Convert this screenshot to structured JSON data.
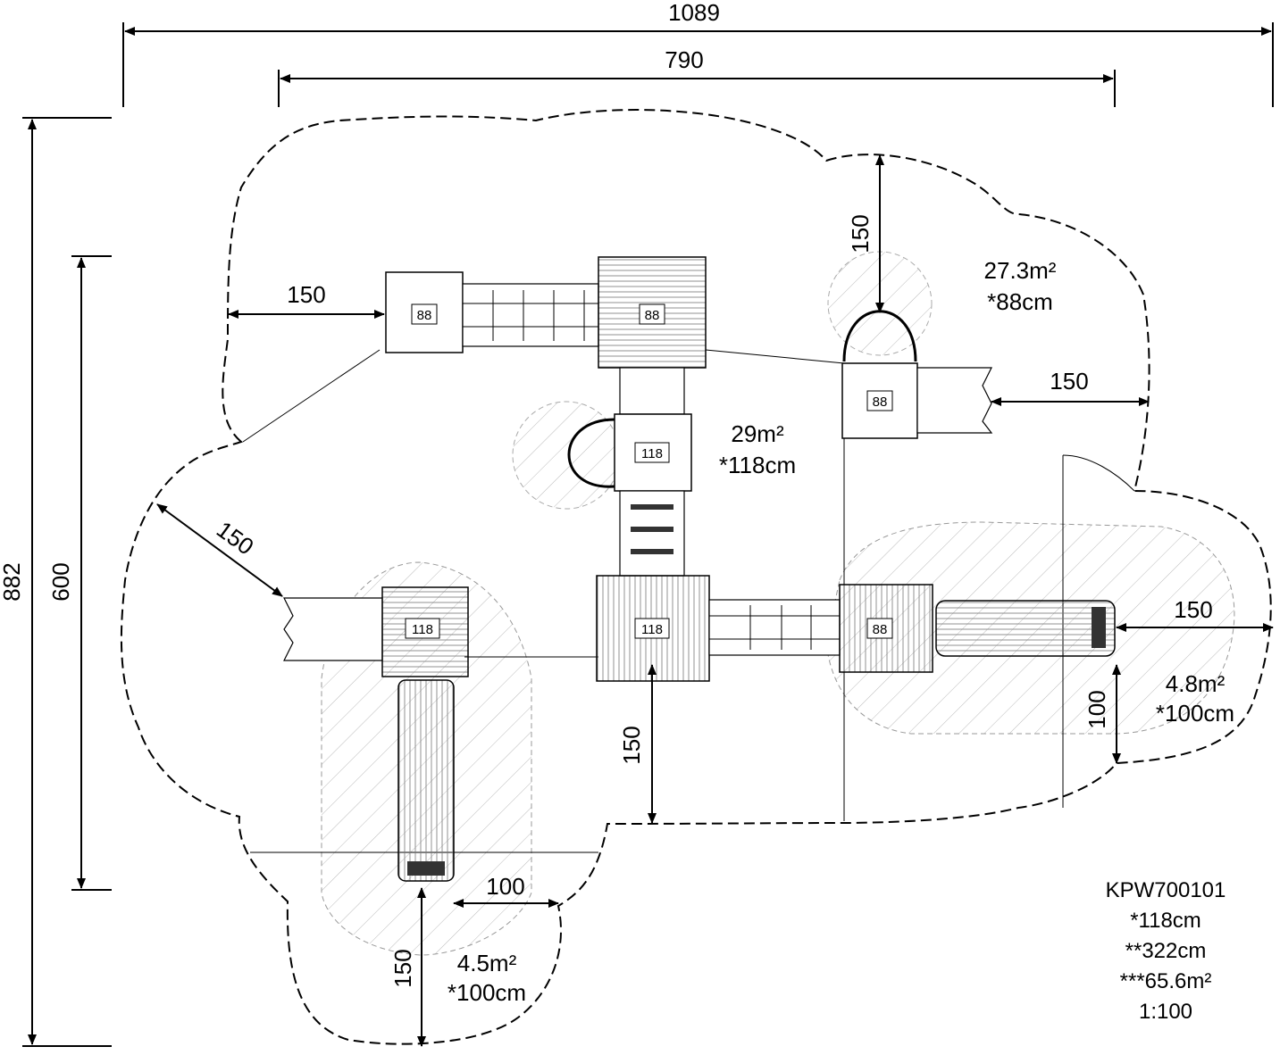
{
  "dimensions": {
    "overall_width": "1089",
    "inner_width": "790",
    "overall_depth": "882",
    "inner_depth": "600",
    "clearance_left": "150",
    "clearance_top_right": "150",
    "clearance_right_upper": "150",
    "clearance_diagonal": "150",
    "clearance_center_bottom": "150",
    "clearance_right_slide": "150",
    "clearance_right_slide_side": "100",
    "clearance_left_slide_exit": "150",
    "clearance_left_slide_side": "100"
  },
  "platforms": {
    "top_left": "88",
    "top_center": "88",
    "center": "118",
    "left_lower": "118",
    "center_lower": "118",
    "right_lower": "88",
    "right_upper": "88"
  },
  "zones": {
    "upper_right_area": "27.3m²",
    "upper_right_height": "*88cm",
    "center_area": "29m²",
    "center_height": "*118cm",
    "right_slide_area": "4.8m²",
    "right_slide_height": "*100cm",
    "left_slide_area": "4.5m²",
    "left_slide_height": "*100cm"
  },
  "info_block": {
    "code": "KPW700101",
    "height": "*118cm",
    "total_height": "**322cm",
    "total_area": "***65.6m²",
    "scale": "1:100"
  }
}
